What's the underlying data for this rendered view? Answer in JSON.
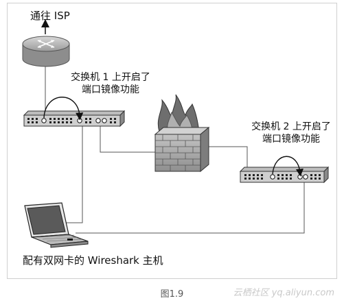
{
  "labels": {
    "isp": "通往 ISP",
    "switch1_line1": "交换机 1 上开启了",
    "switch1_line2": "端口镜像功能",
    "switch2_line1": "交换机 2 上开启了",
    "switch2_line2": "端口镜像功能",
    "host": "配有双网卡的 Wireshark 主机"
  },
  "caption": "图1.9",
  "watermark": "云栖社区 yq.aliyun.com",
  "icons": [
    "router-icon",
    "switch-icon",
    "firewall-icon",
    "laptop-icon"
  ]
}
